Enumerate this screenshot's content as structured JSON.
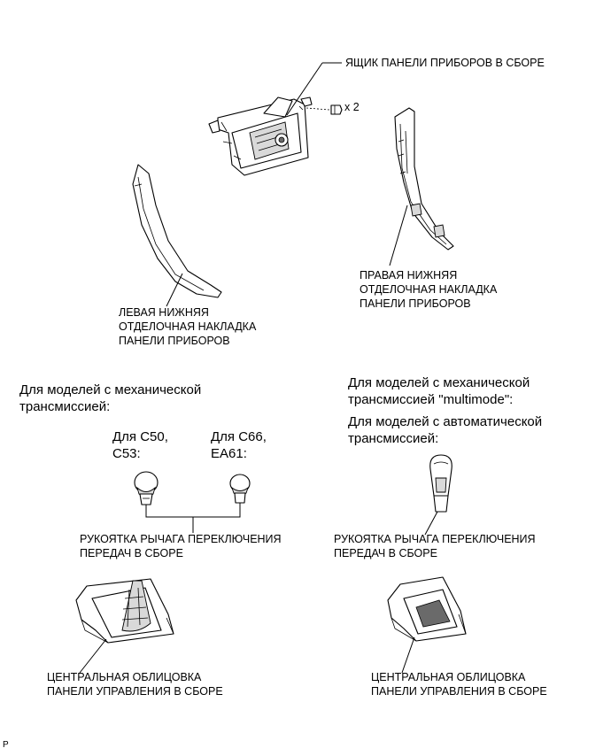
{
  "labels": {
    "glove_box": "ЯЩИК ПАНЕЛИ ПРИБОРОВ В СБОРЕ",
    "qty": "x 2",
    "right_trim": [
      "ПРАВАЯ НИЖНЯЯ",
      "ОТДЕЛОЧНАЯ НАКЛАДКА",
      "ПАНЕЛИ ПРИБОРОВ"
    ],
    "left_trim": [
      "ЛЕВАЯ НИЖНЯЯ",
      "ОТДЕЛОЧНАЯ НАКЛАДКА",
      "ПАНЕЛИ ПРИБОРОВ"
    ],
    "manual_header": [
      "Для моделей с механической",
      "трансмиссией:"
    ],
    "c50": [
      "Для C50,",
      "C53:"
    ],
    "c66": [
      "Для C66,",
      "EA61:"
    ],
    "multimode_header": [
      "Для моделей с механической",
      "трансмиссией \"multimode\":"
    ],
    "auto_header": [
      "Для моделей с автоматической",
      "трансмиссией:"
    ],
    "knob_left": [
      "РУКОЯТКА РЫЧАГА ПЕРЕКЛЮЧЕНИЯ",
      "ПЕРЕДАЧ В СБОРЕ"
    ],
    "knob_right": [
      "РУКОЯТКА РЫЧАГА ПЕРЕКЛЮЧЕНИЯ",
      "ПЕРЕДАЧ В СБОРЕ"
    ],
    "console_left": [
      "ЦЕНТРАЛЬНАЯ ОБЛИЦОВКА",
      "ПАНЕЛИ УПРАВЛЕНИЯ В СБОРЕ"
    ],
    "console_right": [
      "ЦЕНТРАЛЬНАЯ ОБЛИЦОВКА",
      "ПАНЕЛИ УПРАВЛЕНИЯ В СБОРЕ"
    ],
    "corner_mark": "P"
  }
}
